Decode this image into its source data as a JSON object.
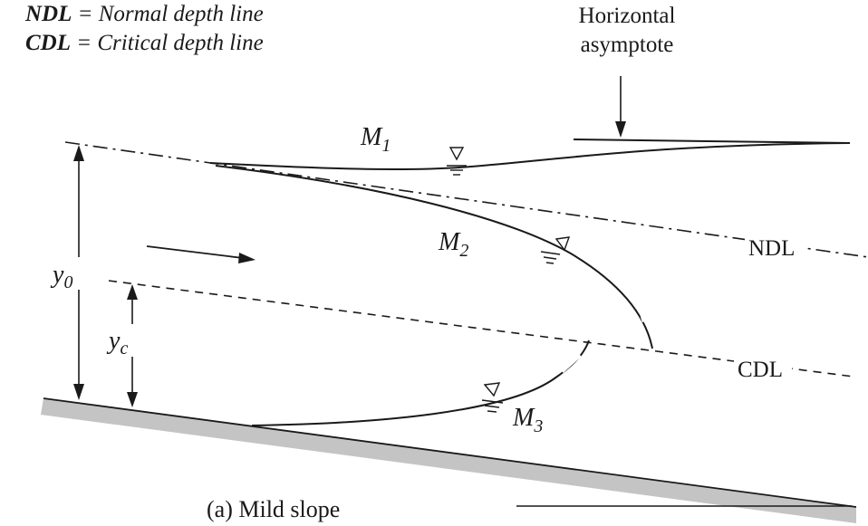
{
  "legend": {
    "ndl_abbr": "NDL",
    "ndl_desc": "= Normal depth line",
    "cdl_abbr": "CDL",
    "cdl_desc": "= Critical depth line"
  },
  "asymptote_label": [
    "Horizontal",
    "asymptote"
  ],
  "curves": {
    "m1": {
      "sym": "M",
      "sub": "1"
    },
    "m2": {
      "sym": "M",
      "sub": "2"
    },
    "m3": {
      "sym": "M",
      "sub": "3"
    }
  },
  "lines": {
    "ndl": "NDL",
    "cdl": "CDL"
  },
  "depths": {
    "y0": {
      "sym": "y",
      "sub": "0"
    },
    "yc": {
      "sym": "y",
      "sub": "c"
    }
  },
  "caption": "(a) Mild slope",
  "colors": {
    "ink": "#1a1a1a",
    "bed": "#c4c4c4"
  }
}
